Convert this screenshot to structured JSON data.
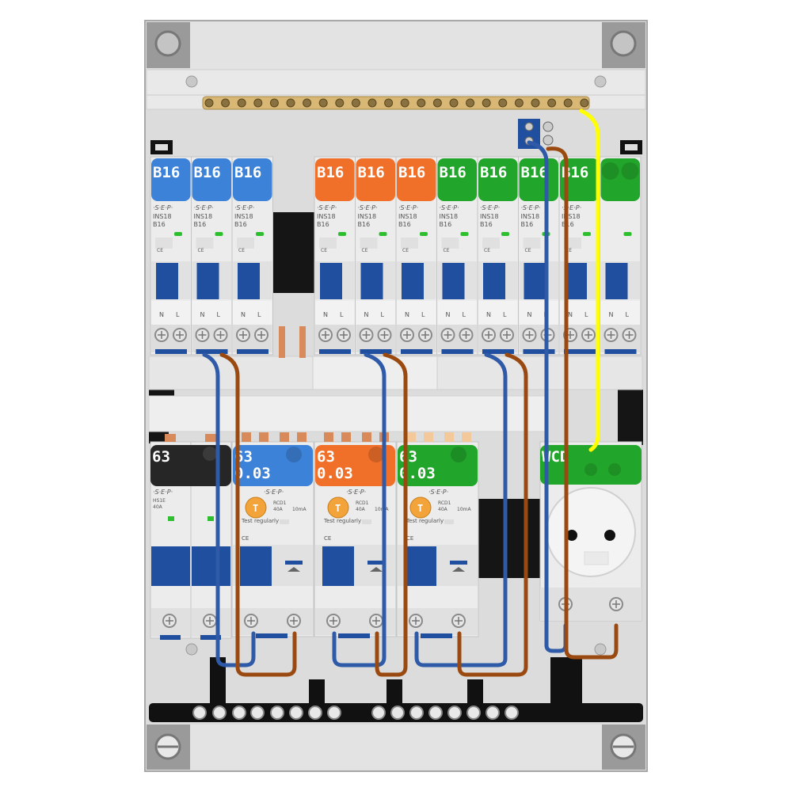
{
  "colors": {
    "enclosure": "#dcdcdc",
    "enclosure_edge": "#a8a8a8",
    "corner_block": "#9a9a9a",
    "busbar_brass": "#d9b774",
    "din_rail": "#151515",
    "breaker_body": "#ececec",
    "breaker_terminal": "#dddddd",
    "toggle_blue": "#1f4f9e",
    "wire_blue": "#2e5aa8",
    "wire_brown": "#9a4a10",
    "wire_yellow": "#ffff00",
    "blue": "#3c82d8",
    "orange": "#f0702a",
    "green": "#22a52b",
    "black": "#262626",
    "led_green": "#2ebf2e",
    "copper": "#d98a5a",
    "socket": "#f4f4f4"
  },
  "brand": "·S·E·P·",
  "top_breakers": [
    {
      "label": "B16",
      "color": "blue",
      "model": "INS18",
      "rating": "B16"
    },
    {
      "label": "B16",
      "color": "blue",
      "model": "INS18",
      "rating": "B16"
    },
    {
      "label": "B16",
      "color": "blue",
      "model": "INS18",
      "rating": "B16"
    },
    {
      "label": "B16",
      "color": "orange",
      "model": "INS18",
      "rating": "B16"
    },
    {
      "label": "B16",
      "color": "orange",
      "model": "INS18",
      "rating": "B16"
    },
    {
      "label": "B16",
      "color": "orange",
      "model": "INS18",
      "rating": "B16"
    },
    {
      "label": "B16",
      "color": "green",
      "model": "INS18",
      "rating": "B16"
    },
    {
      "label": "B16",
      "color": "green",
      "model": "INS18",
      "rating": "B16"
    },
    {
      "label": "B16",
      "color": "green",
      "model": "INS18",
      "rating": "B16"
    },
    {
      "label": "B16",
      "color": "green",
      "model": "INS18",
      "rating": "B16"
    },
    {
      "label": "",
      "color": "green",
      "model": "",
      "rating": ""
    }
  ],
  "terminal_letters": [
    "N",
    "L"
  ],
  "main_switch": {
    "label": "63",
    "color": "black",
    "model": "HS1E",
    "rating": "40A"
  },
  "rcds": [
    {
      "label_top": "63",
      "label_bottom": "0.03",
      "color": "blue",
      "model": "RCD1",
      "rating": "40A",
      "sensitivity": "10mA",
      "test_text": "Test regularly",
      "test_button": "T"
    },
    {
      "label_top": "63",
      "label_bottom": "0.03",
      "color": "orange",
      "model": "RCD1",
      "rating": "40A",
      "sensitivity": "10mA",
      "test_text": "Test regularly",
      "test_button": "T"
    },
    {
      "label_top": "63",
      "label_bottom": "0.03",
      "color": "green",
      "model": "RCD1",
      "rating": "40A",
      "sensitivity": "10mA",
      "test_text": "Test regularly",
      "test_button": "T"
    }
  ],
  "socket": {
    "label": "WCD",
    "color": "green"
  }
}
